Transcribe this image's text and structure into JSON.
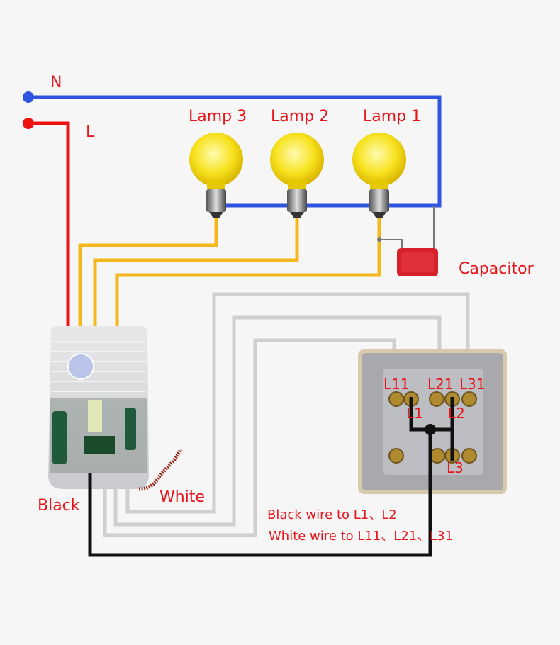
{
  "labels": {
    "neutral": "N",
    "live": "L",
    "lamps": [
      "Lamp 3",
      "Lamp 2",
      "Lamp 1"
    ],
    "capacitor": "Capacitor",
    "black": "Black",
    "white": "White",
    "terminals": {
      "l11": "L11",
      "l21": "L21",
      "l31": "L31",
      "l1": "L1",
      "l2": "L2",
      "l3": "L3"
    },
    "note_black": "Black wire to L1、L2",
    "note_white": "White wire to L11、L21、L31"
  },
  "colors": {
    "label": "#e8151b",
    "neutral_wire": "#2f55e0",
    "live_wire": "#ee1111",
    "lamp_wire": "#f2b81c",
    "switch_wire": "#cfcfcf",
    "common_wire": "#111111"
  }
}
